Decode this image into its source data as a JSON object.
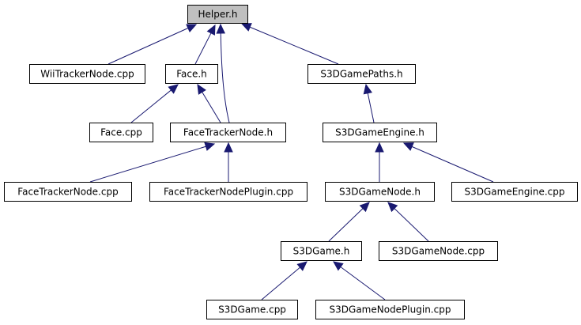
{
  "diagram": {
    "colors": {
      "edge": "#191970",
      "node_border": "#000000",
      "node_fill": "#ffffff",
      "root_fill": "#bfbfbf",
      "text": "#000000"
    },
    "nodes": [
      {
        "id": "helper_h",
        "label": "Helper.h",
        "root": true
      },
      {
        "id": "wiitrackernode_cpp",
        "label": "WiiTrackerNode.cpp"
      },
      {
        "id": "face_h",
        "label": "Face.h"
      },
      {
        "id": "s3dgamepaths_h",
        "label": "S3DGamePaths.h"
      },
      {
        "id": "face_cpp",
        "label": "Face.cpp"
      },
      {
        "id": "facetrackernode_h",
        "label": "FaceTrackerNode.h"
      },
      {
        "id": "s3dgameengine_h",
        "label": "S3DGameEngine.h"
      },
      {
        "id": "facetrackernode_cpp",
        "label": "FaceTrackerNode.cpp"
      },
      {
        "id": "facetrackernodeplugin_cpp",
        "label": "FaceTrackerNodePlugin.cpp"
      },
      {
        "id": "s3dgamenode_h",
        "label": "S3DGameNode.h"
      },
      {
        "id": "s3dgameengine_cpp",
        "label": "S3DGameEngine.cpp"
      },
      {
        "id": "s3dgame_h",
        "label": "S3DGame.h"
      },
      {
        "id": "s3dgamenode_cpp",
        "label": "S3DGameNode.cpp"
      },
      {
        "id": "s3dgame_cpp",
        "label": "S3DGame.cpp"
      },
      {
        "id": "s3dgamenodeplugin_cpp",
        "label": "S3DGameNodePlugin.cpp"
      }
    ],
    "edges": [
      {
        "from": "wiitrackernode_cpp",
        "to": "helper_h"
      },
      {
        "from": "face_h",
        "to": "helper_h"
      },
      {
        "from": "facetrackernode_h",
        "to": "helper_h"
      },
      {
        "from": "s3dgamepaths_h",
        "to": "helper_h"
      },
      {
        "from": "face_cpp",
        "to": "face_h"
      },
      {
        "from": "facetrackernode_h",
        "to": "face_h"
      },
      {
        "from": "s3dgameengine_h",
        "to": "s3dgamepaths_h"
      },
      {
        "from": "facetrackernode_cpp",
        "to": "facetrackernode_h"
      },
      {
        "from": "facetrackernodeplugin_cpp",
        "to": "facetrackernode_h"
      },
      {
        "from": "s3dgamenode_h",
        "to": "s3dgameengine_h"
      },
      {
        "from": "s3dgameengine_cpp",
        "to": "s3dgameengine_h"
      },
      {
        "from": "s3dgame_h",
        "to": "s3dgamenode_h"
      },
      {
        "from": "s3dgamenode_cpp",
        "to": "s3dgamenode_h"
      },
      {
        "from": "s3dgame_cpp",
        "to": "s3dgame_h"
      },
      {
        "from": "s3dgamenodeplugin_cpp",
        "to": "s3dgame_h"
      }
    ]
  }
}
